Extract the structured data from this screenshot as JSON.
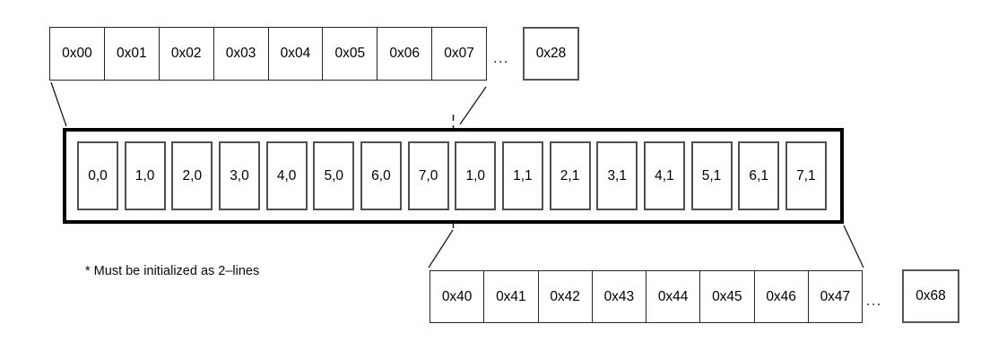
{
  "diagram": {
    "top_memory": {
      "cells": [
        "0x00",
        "0x01",
        "0x02",
        "0x03",
        "0x04",
        "0x05",
        "0x06",
        "0x07"
      ],
      "ellipsis": "...",
      "last_cell": "0x28"
    },
    "cache_line": {
      "cells": [
        "0,0",
        "1,0",
        "2,0",
        "3,0",
        "4,0",
        "5,0",
        "6,0",
        "7,0",
        "1,0",
        "1,1",
        "2,1",
        "3,1",
        "4,1",
        "5,1",
        "6,1",
        "7,1"
      ]
    },
    "bottom_memory": {
      "cells": [
        "0x40",
        "0x41",
        "0x42",
        "0x43",
        "0x44",
        "0x45",
        "0x46",
        "0x47"
      ],
      "ellipsis": "...",
      "last_cell": "0x68"
    },
    "footnote": "* Must be initialized as 2–lines",
    "colors": {
      "background": "#ffffff",
      "thick_box_border": "#000000",
      "row_border": "#262626",
      "inner_cell_border": "#4f4f4f",
      "text": "#000000"
    }
  }
}
